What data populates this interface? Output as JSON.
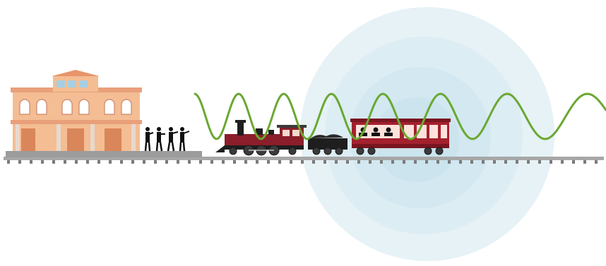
{
  "scene": {
    "colors": {
      "background": "#ffffff",
      "sound_bubble": "#cfe6ef",
      "wave": "#6aa832",
      "rail": "#9a9a9a",
      "station_wall": "#f2b68a",
      "station_roof": "#e8946a",
      "station_door": "#d9865a",
      "locomotive_red": "#8b1e2a",
      "locomotive_black": "#1e1e1e",
      "passenger_car_red": "#a3212e",
      "passenger_car_window": "#fde2dc",
      "silhouette": "#111111"
    },
    "objects": [
      "train-station",
      "trumpet-players",
      "steam-locomotive",
      "coal-tender",
      "passenger-car",
      "sound-wave",
      "sound-bubble",
      "railroad-track"
    ]
  }
}
